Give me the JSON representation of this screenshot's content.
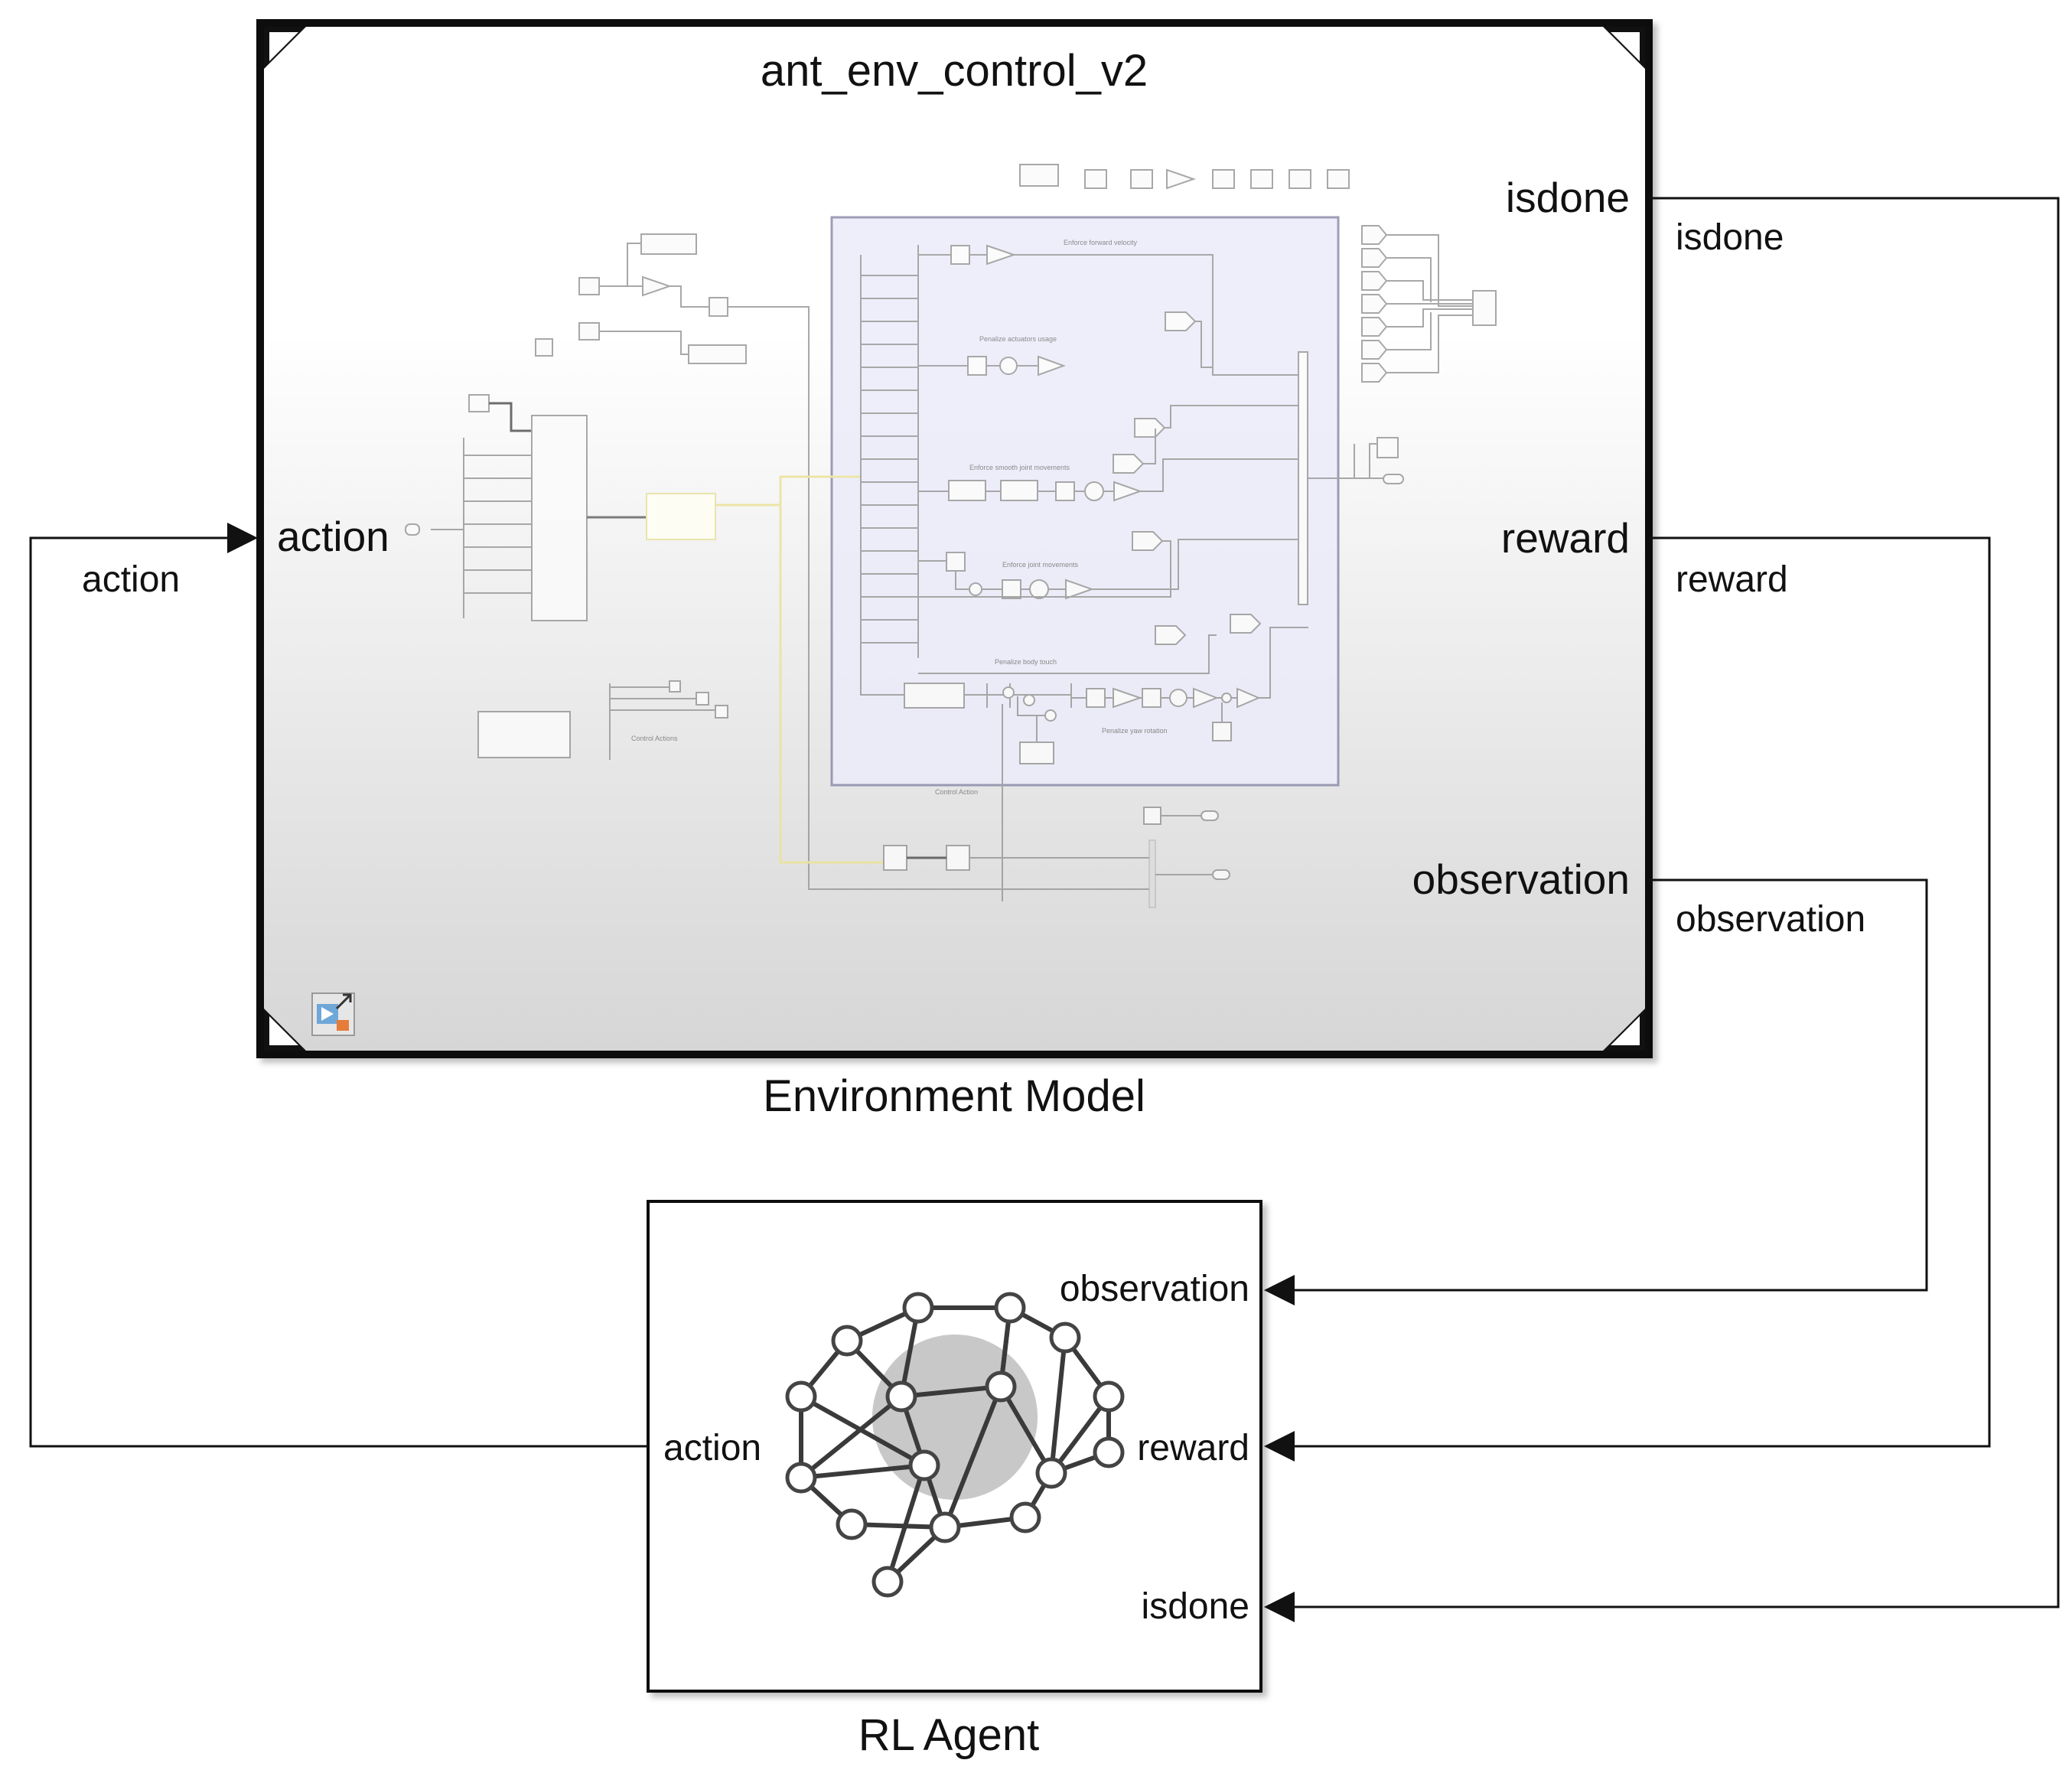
{
  "environment_block": {
    "subsystem_name": "ant_env_control_v2",
    "label": "Environment Model",
    "input_ports": [
      "action"
    ],
    "output_ports": [
      "isdone",
      "reward",
      "observation"
    ],
    "preview_annotations": [
      "Enforce forward velocity",
      "Penalize actuators usage",
      "Enforce smooth joint movements",
      "Enforce joint movements",
      "Penalize body touch",
      "Penalize yaw rotation",
      "Control Actions",
      "Control Action"
    ]
  },
  "agent_block": {
    "label": "RL Agent",
    "input_ports": [
      "observation",
      "reward",
      "isdone"
    ],
    "output_ports": [
      "action"
    ]
  },
  "signals": {
    "action": "action",
    "isdone": "isdone",
    "reward": "reward",
    "observation": "observation"
  },
  "icons": [
    "model-reference-icon",
    "neural-network-icon"
  ],
  "colors": {
    "line": "#111111",
    "subsystem_highlight": "#ececfb",
    "agent_blob": "#c8c8c8"
  }
}
